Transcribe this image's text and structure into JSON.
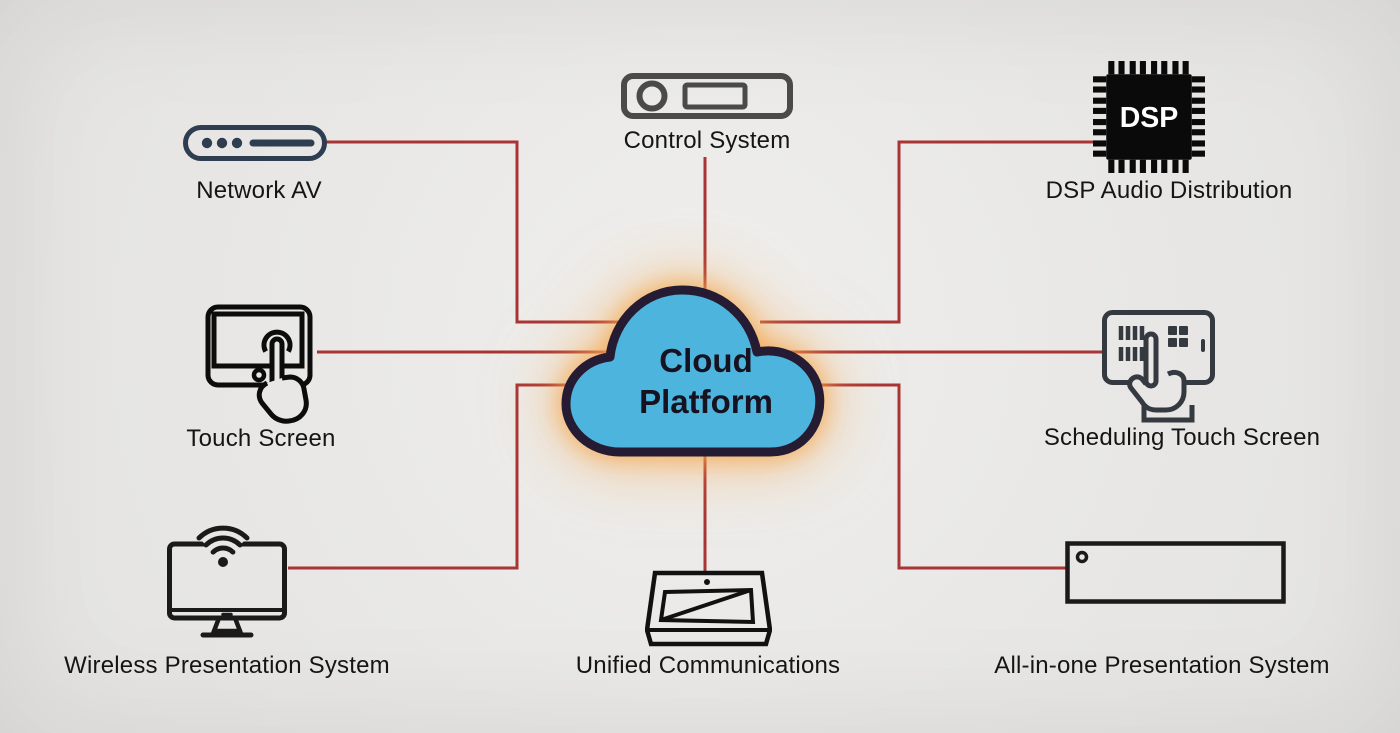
{
  "diagram": {
    "center": {
      "label": "Cloud Platform"
    },
    "nodes": [
      {
        "id": "network-av",
        "label": "Network AV"
      },
      {
        "id": "control-system",
        "label": "Control System"
      },
      {
        "id": "dsp-audio-distribution",
        "label": "DSP Audio Distribution",
        "chip_text": "DSP"
      },
      {
        "id": "touch-screen",
        "label": "Touch Screen"
      },
      {
        "id": "scheduling-touch-screen",
        "label": "Scheduling Touch Screen"
      },
      {
        "id": "wireless-presentation-system",
        "label": "Wireless Presentation System"
      },
      {
        "id": "unified-communications",
        "label": "Unified Communications"
      },
      {
        "id": "all-in-one-presentation-system",
        "label": "All-in-one Presentation System"
      }
    ],
    "connections": [
      {
        "from": "network-av",
        "to": "cloud-platform"
      },
      {
        "from": "control-system",
        "to": "cloud-platform"
      },
      {
        "from": "dsp-audio-distribution",
        "to": "cloud-platform"
      },
      {
        "from": "touch-screen",
        "to": "cloud-platform"
      },
      {
        "from": "scheduling-touch-screen",
        "to": "cloud-platform"
      },
      {
        "from": "wireless-presentation-system",
        "to": "cloud-platform"
      },
      {
        "from": "unified-communications",
        "to": "cloud-platform"
      },
      {
        "from": "all-in-one-presentation-system",
        "to": "cloud-platform"
      }
    ],
    "colors": {
      "background": "#e8e7e5",
      "connector": "#a83434",
      "cloud_fill": "#4db4de",
      "cloud_outline": "#251c34",
      "cloud_glow": "#f5a64d",
      "network_av_icon": "#2e3d4f",
      "control_system_icon": "#4a4a4a",
      "dark_icon": "#111111"
    }
  }
}
